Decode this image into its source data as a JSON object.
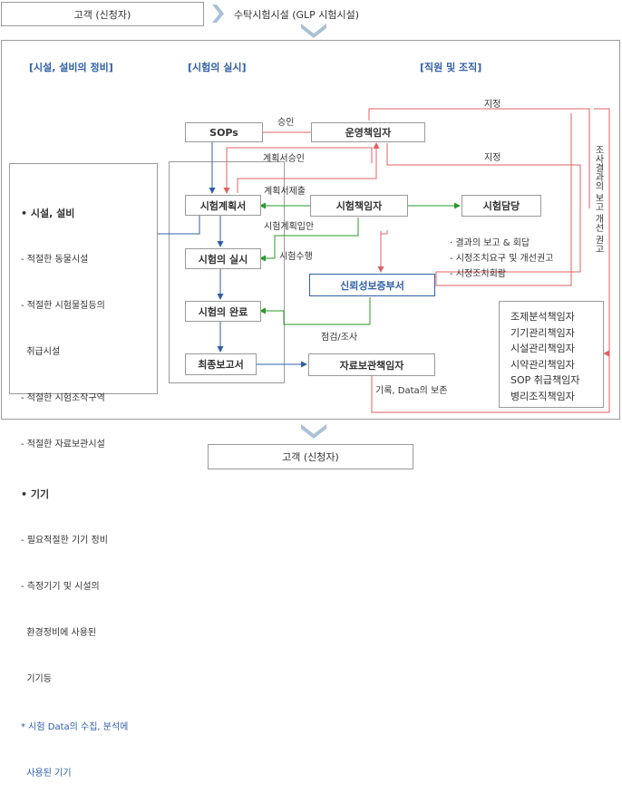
{
  "top": {
    "client": "고객 (신청자)",
    "facility": "수탁시험시설 (GLP 시험시설)"
  },
  "bottom": {
    "client": "고객 (신청자)"
  },
  "headers": {
    "facilities": "[시설, 설비의 정비]",
    "conduct": "[시험의 실시]",
    "staff": "[직원 및 조직]"
  },
  "boxes": {
    "sops": "SOPs",
    "management": "운영책임자",
    "test_plan": "시험계획서",
    "study_director": "시험책임자",
    "test_site": "시험담당",
    "conduct": "시험의 실시",
    "complete": "시험의 완료",
    "final_report": "최종보고서",
    "qa": "신뢰성보증부서",
    "archive": "자료보관책임자"
  },
  "labels": {
    "approval": "승인",
    "designate1": "지정",
    "designate2": "지정",
    "plan_approval": "계획서승인",
    "plan_submit": "계획서제출",
    "plan_draft": "시험계획입안",
    "conduct_test": "시험수행",
    "inspect": "점검/조사",
    "record": "기록, Data의 보존",
    "vertical_report": "조사결과의 보고 개선 권고"
  },
  "qa_notes": [
    "· 결과의 보고 & 회답",
    "- 시정조치요구 및 개선권고",
    "- 시정조치회람"
  ],
  "left_panel": {
    "facility_title": "시설, 설비",
    "facility_items": [
      "- 적절한 동물시설",
      "- 적절한 시험물질등의",
      "  취급시설",
      "- 적절한 시험조작구역",
      "- 적절한 자료보관시설"
    ],
    "equipment_title": "기기",
    "equipment_items": [
      "- 필요적절한 기기 정비",
      "- 측정기기 및 시설의",
      "  환경정비에 사용된",
      "  기기등"
    ],
    "note_lines": [
      "* 시험 Data의 수집, 분석에",
      "  사용된 기기"
    ]
  },
  "right_panel": [
    "조제분석책임자",
    "기기관리책임자",
    "시설관리책임자",
    "시약관리책임자",
    "SOP 취급책임자",
    "병리조직책임자"
  ],
  "colors": {
    "blue": "#2f5fa8",
    "red": "#e06060",
    "green": "#2a9a2a",
    "chevron": "#a9c0d8"
  }
}
